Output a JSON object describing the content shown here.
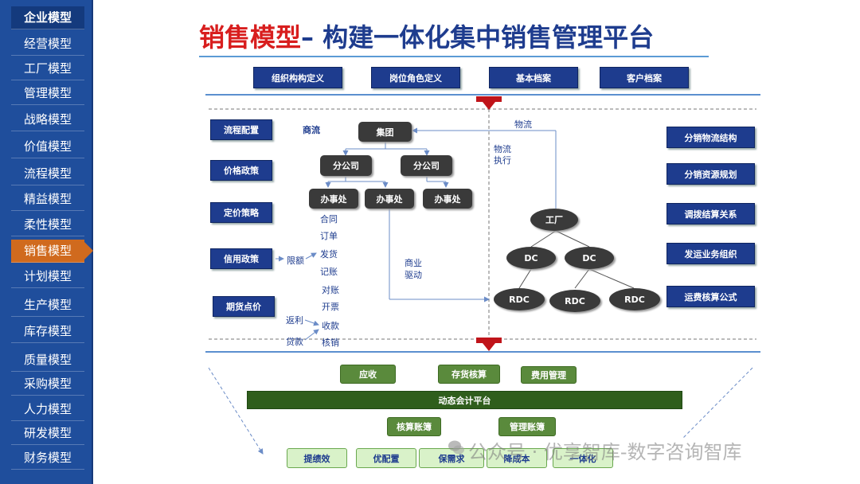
{
  "sidebar": {
    "items": [
      {
        "label": "企业模型"
      },
      {
        "label": "经营模型"
      },
      {
        "label": "工厂模型"
      },
      {
        "label": "管理模型"
      },
      {
        "label": "战略模型"
      },
      {
        "label": "价值模型"
      },
      {
        "label": "流程模型"
      },
      {
        "label": "精益模型"
      },
      {
        "label": "柔性模型"
      },
      {
        "label": "销售模型"
      },
      {
        "label": "计划模型"
      },
      {
        "label": "生产模型"
      },
      {
        "label": "库存模型"
      },
      {
        "label": "质量模型"
      },
      {
        "label": "采购模型"
      },
      {
        "label": "人力模型"
      },
      {
        "label": "研发模型"
      },
      {
        "label": "财务模型"
      }
    ]
  },
  "title": {
    "part1": "销售模型",
    "part2": "– 构建一体化集中销售管理平台"
  },
  "top_boxes": [
    "组织构构定义",
    "岗位角色定义",
    "基本档案",
    "客户档案"
  ],
  "left_boxes": [
    "流程配置",
    "价格政策",
    "定价策略",
    "信用政策",
    "期货点价"
  ],
  "right_boxes": [
    "分销物流结构",
    "分销资源规划",
    "调拨结算关系",
    "发运业务组织",
    "运费核算公式"
  ],
  "org": {
    "group": "集团",
    "branch1": "分公司",
    "branch2": "分公司",
    "office1": "办事处",
    "office2": "办事处",
    "office3": "办事处"
  },
  "labels": {
    "commerce_flow": "商流",
    "logistics": "物流",
    "logistics_exec_1": "物流",
    "logistics_exec_2": "执行",
    "biz_drive_1": "商业",
    "biz_drive_2": "驱动",
    "limit": "限额",
    "rebate": "返利",
    "loan": "贷款"
  },
  "process_steps": [
    "合同",
    "订单",
    "发货",
    "记账",
    "对账",
    "开票",
    "收款",
    "核销"
  ],
  "logistics_net": {
    "factory": "工厂",
    "dc1": "DC",
    "dc2": "DC",
    "rdc1": "RDC",
    "rdc2": "RDC",
    "rdc3": "RDC"
  },
  "bottom": {
    "receivable": "应收",
    "inventory_accounting": "存货核算",
    "expense_mgmt": "费用管理",
    "platform": "动态会计平台",
    "accounting_book": "核算账簿",
    "mgmt_book": "管理账簿",
    "goals": [
      "提绩效",
      "优配置",
      "保需求",
      "降成本",
      "一体化"
    ]
  },
  "watermark": "公众号 · 优享智库-数字咨询智库",
  "colors": {
    "sidebar_bg": "#1f4e9c",
    "active": "#d06a1e",
    "navy": "#1e3c8e",
    "title_red": "#d81e1e",
    "arrow_red": "#c0141a",
    "green": "#5a8a3c"
  }
}
